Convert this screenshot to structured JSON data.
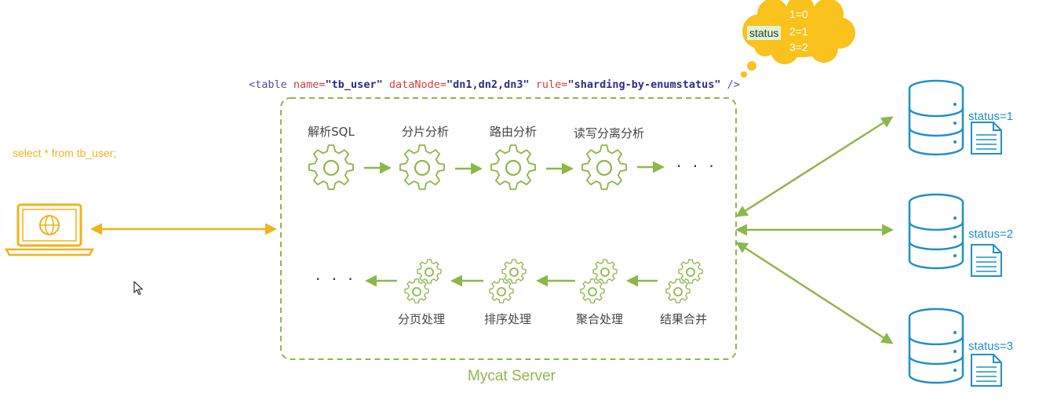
{
  "client": {
    "sql": "select * from tb_user;"
  },
  "config": {
    "open": "<table ",
    "name_attr": "name=",
    "name_val": "\"tb_user\"",
    "node_attr": " dataNode=",
    "node_val": "\"dn1,dn2,dn3\"",
    "rule_attr": " rule=",
    "rule_val": "\"sharding-by-enumstatus\"",
    "close": " />"
  },
  "cloud": {
    "key": "status",
    "mappings": [
      "1=0",
      "2=1",
      "3=2"
    ]
  },
  "server": {
    "label": "Mycat Server",
    "top_steps": [
      "解析SQL",
      "分片分析",
      "路由分析",
      "读写分离分析"
    ],
    "bottom_steps": [
      "分页处理",
      "排序处理",
      "聚合处理",
      "结果合并"
    ],
    "ellipsis": "· · ·"
  },
  "databases": [
    {
      "label": "status=1"
    },
    {
      "label": "status=2"
    },
    {
      "label": "status=3"
    }
  ],
  "colors": {
    "client": "#f2b21b",
    "server": "#8cb84a",
    "db": "#1e90c8",
    "cloud": "#f9c21c"
  }
}
